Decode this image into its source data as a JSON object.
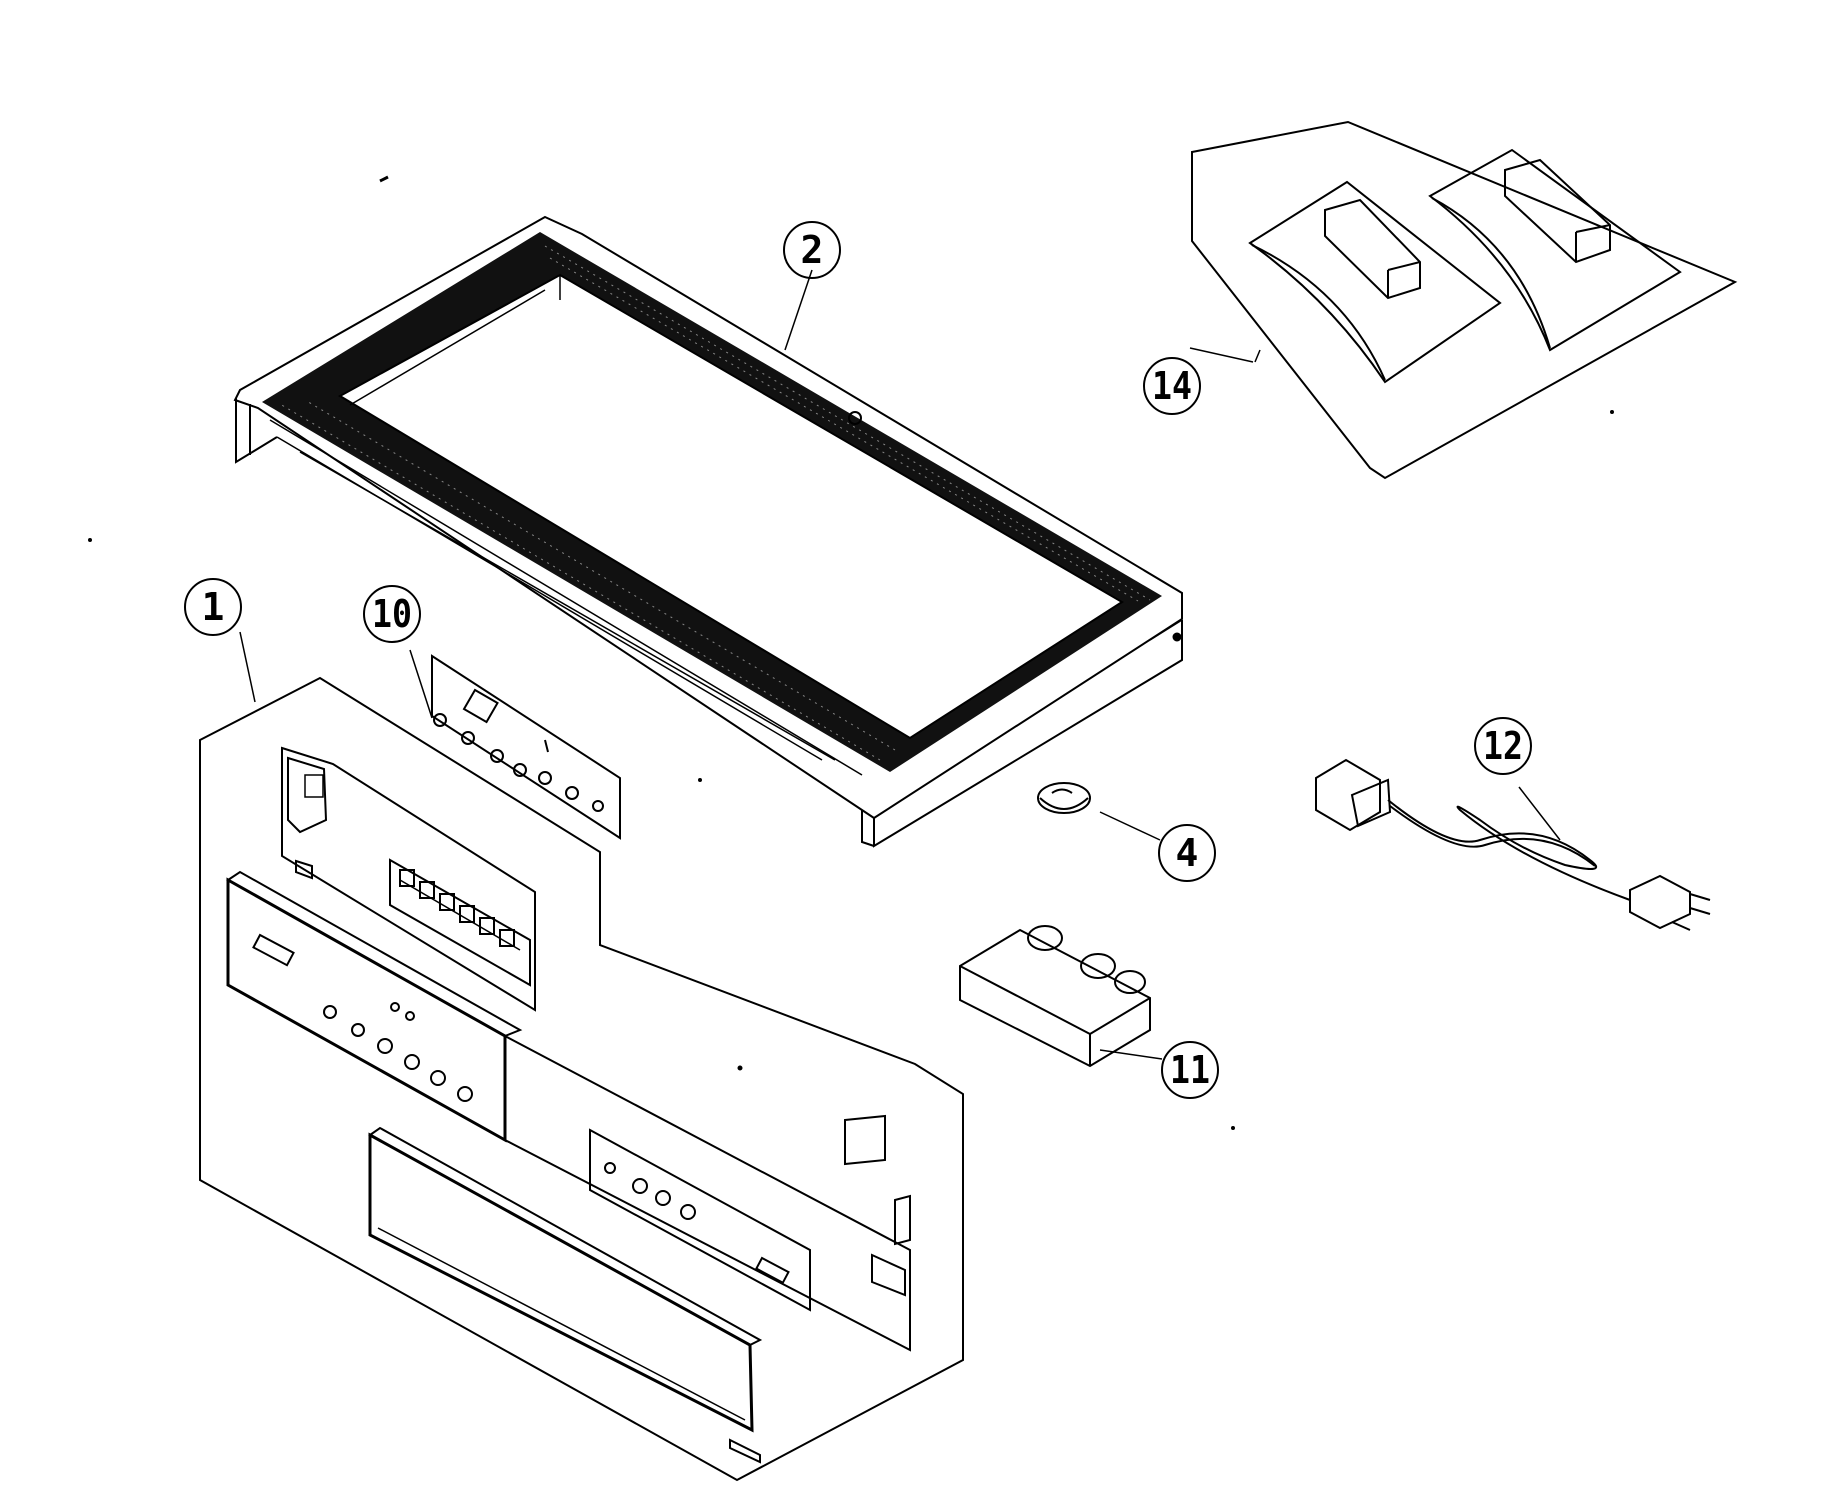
{
  "diagram": {
    "callouts": [
      {
        "id": "1",
        "label": "1"
      },
      {
        "id": "2",
        "label": "2"
      },
      {
        "id": "4",
        "label": "4"
      },
      {
        "id": "10",
        "label": "10"
      },
      {
        "id": "11",
        "label": "11"
      },
      {
        "id": "12",
        "label": "12"
      },
      {
        "id": "14",
        "label": "14"
      }
    ]
  }
}
